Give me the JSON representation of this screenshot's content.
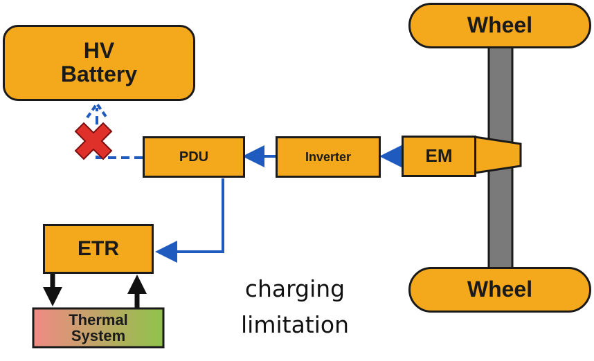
{
  "diagram": {
    "nodes": {
      "hv_battery": {
        "line1": "HV",
        "line2": "Battery"
      },
      "wheel_top": "Wheel",
      "wheel_bottom": "Wheel",
      "pdu": "PDU",
      "inverter": "Inverter",
      "em": "EM",
      "etr": "ETR",
      "thermal": {
        "line1": "Thermal",
        "line2": "System"
      }
    },
    "caption": {
      "line1": "charging",
      "line2": "limitation"
    },
    "colors": {
      "box_fill": "#f4a81c",
      "box_border": "#1a1a1a",
      "power_flow_arrow": "#1f5bbf",
      "blocked_x": "#e0302a",
      "axle": "#7a7a7a",
      "thermal_gradient_start": "#f08a84",
      "thermal_gradient_end": "#8fc24a"
    },
    "icons": [
      "blocked-x-icon",
      "arrow-icon"
    ]
  }
}
